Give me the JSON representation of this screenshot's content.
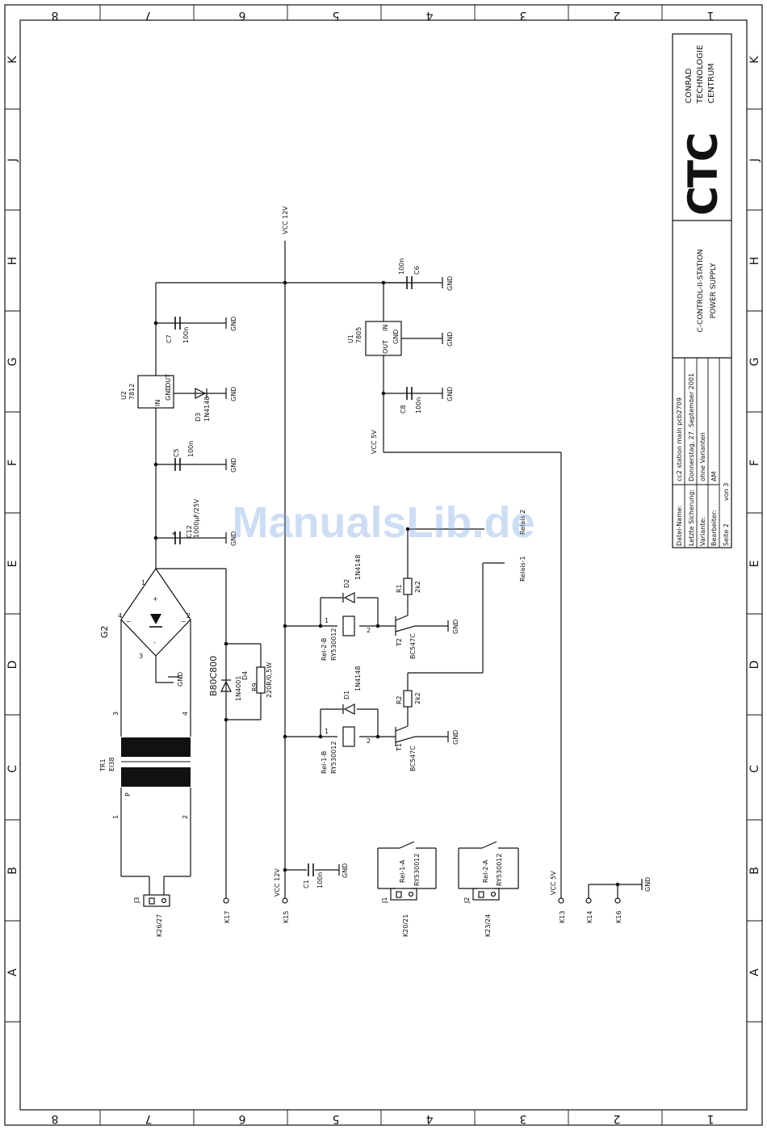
{
  "frame": {
    "columns": [
      "8",
      "7",
      "6",
      "5",
      "4",
      "3",
      "2",
      "1"
    ],
    "rows": [
      "K",
      "J",
      "H",
      "G",
      "F",
      "E",
      "D",
      "C",
      "B",
      "A"
    ]
  },
  "title_block": {
    "company_lines": [
      "CONRAD",
      "TECHNOLOGIE",
      "CENTRUM"
    ],
    "logo": "CTC",
    "project": "C-CONTROL-II-STATION",
    "subtitle": "POWER SUPPLY",
    "fields": [
      {
        "label": "Datei-Name:",
        "value": "cc2 station main pcb2709"
      },
      {
        "label": "Letzte Sicherung:",
        "value": "Donnerstag, 27. September 2001"
      },
      {
        "label": "Variante:",
        "value": "ohne Varianten"
      },
      {
        "label": "Bearbeiter:",
        "value": "AM"
      }
    ],
    "sheet": "Seite 2",
    "of": "von 3"
  },
  "watermark": "ManualsLib.de",
  "nets": {
    "vcc12": "VCC 12V",
    "vcc5": "VCC 5V",
    "gnd": "GND",
    "relais1": "Relais-1",
    "relais2": "Relais 2"
  },
  "components": {
    "c7": {
      "ref": "C7",
      "value": "100n"
    },
    "c5": {
      "ref": "C5",
      "value": "100n"
    },
    "c12": {
      "ref": "C12",
      "value": "1000µF/25V"
    },
    "c6": {
      "ref": "C6",
      "value": "100n"
    },
    "c8": {
      "ref": "C8",
      "value": "100n"
    },
    "c1": {
      "ref": "C1",
      "value": "100n"
    },
    "u2": {
      "ref": "U2",
      "value": "7812",
      "pin_in": "IN",
      "pin_gnd": "GND",
      "pin_out": "OUT"
    },
    "u1": {
      "ref": "U1",
      "value": "7805",
      "pin_in": "IN",
      "pin_gnd": "GND",
      "pin_out": "OUT"
    },
    "d3": {
      "ref": "D3",
      "value": "1N4148"
    },
    "d2": {
      "ref": "D2",
      "value": "1N4148"
    },
    "d1": {
      "ref": "D1",
      "value": "1N4148"
    },
    "d4": {
      "ref": "D4",
      "value": "1N4001"
    },
    "r9": {
      "ref": "R9",
      "value": "220R/0,5W"
    },
    "r1": {
      "ref": "R1",
      "value": "2k2"
    },
    "r2": {
      "ref": "R2",
      "value": "2k2"
    },
    "t2": {
      "ref": "T2",
      "value": "BC547C"
    },
    "t1": {
      "ref": "T1",
      "value": "BC547C"
    },
    "rel2b": {
      "ref": "Rel-2-B",
      "value": "RY530012"
    },
    "rel1b": {
      "ref": "Rel-1-B",
      "value": "RY530012"
    },
    "rel1a": {
      "ref": "Rel-1-A",
      "value": "RY530012"
    },
    "rel2a": {
      "ref": "Rel-2-A",
      "value": "RY530012"
    },
    "g2": {
      "ref": "G2",
      "value": "B80C800"
    },
    "tr1": {
      "ref": "TR1",
      "value": "EI38",
      "primary": "P"
    },
    "j3": {
      "ref": "J3",
      "conn": "K26/27"
    },
    "j1": {
      "ref": "J1",
      "conn": "K20/21"
    },
    "j2": {
      "ref": "J2",
      "conn": "K23/24"
    },
    "k17": "K17",
    "k15": "K15",
    "k13": "K13",
    "k14": "K14",
    "k16": "K16"
  },
  "pins": {
    "p1": "1",
    "p2": "2",
    "p3": "3",
    "p4": "4",
    "plus": "+",
    "minus": "-",
    "tilde": "~"
  }
}
